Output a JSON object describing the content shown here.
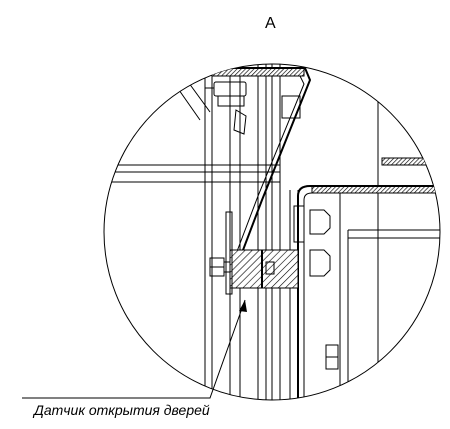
{
  "drawing": {
    "view_label": "А",
    "callout_text": "Датчик открытия дверей"
  },
  "icons": {
    "leader_end": "dot"
  }
}
